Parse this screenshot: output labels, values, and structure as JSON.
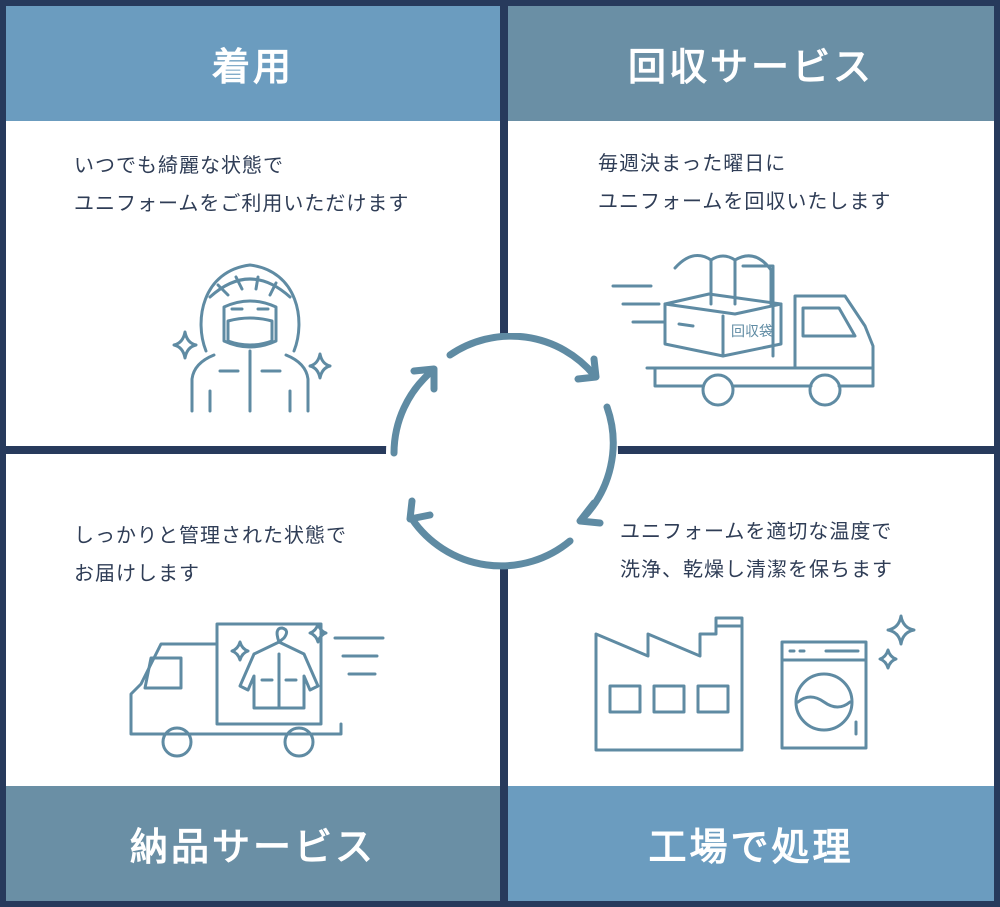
{
  "quadrants": {
    "wear": {
      "title": "着用",
      "lines": [
        "いつでも綺麗な状態で",
        "ユニフォームをご利用いただけます"
      ]
    },
    "collection": {
      "title": "回収サービス",
      "lines": [
        "毎週決まった曜日に",
        "ユニフォームを回収いたします"
      ],
      "box_label": "回収袋"
    },
    "delivery": {
      "title": "納品サービス",
      "lines": [
        "しっかりと管理された状態で",
        "お届けします"
      ]
    },
    "factory": {
      "title": "工場で処理",
      "lines": [
        "ユニフォームを適切な温度で",
        "洗浄、乾燥し清潔を保ちます"
      ]
    }
  },
  "colors": {
    "frame": "#273a5c",
    "header_light": "#6b9cbf",
    "header_muted": "#6a8fa5",
    "icon": "#5f8ba3",
    "text": "#2f3d56"
  },
  "icons": [
    "worker-icon",
    "sparkle-icon",
    "truck-icon",
    "box-icon",
    "hanger-icon",
    "jacket-icon",
    "factory-icon",
    "washing-machine-icon",
    "cycle-arrows-icon"
  ]
}
